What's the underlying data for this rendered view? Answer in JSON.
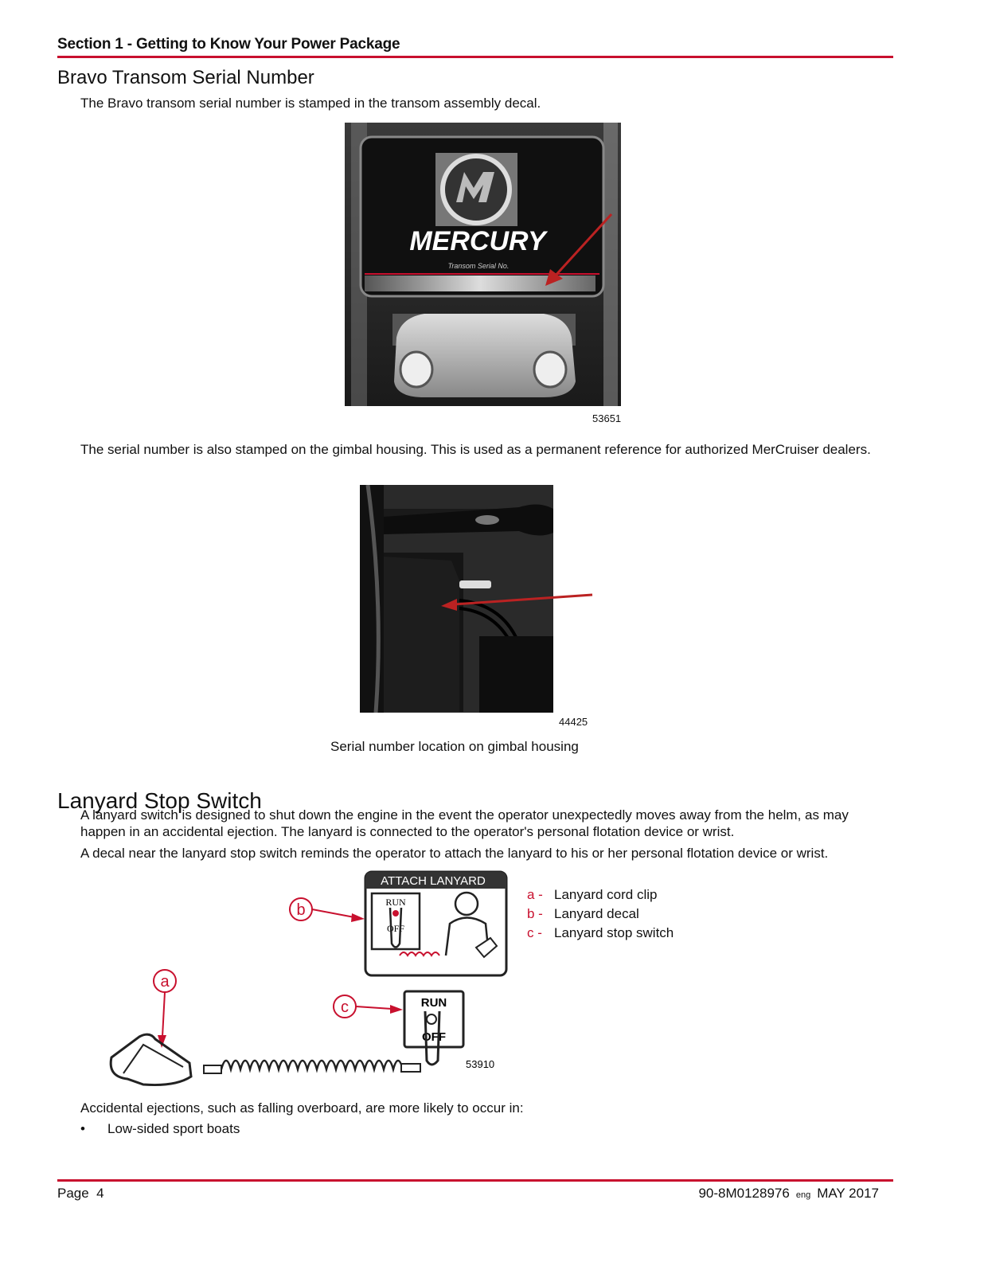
{
  "header": {
    "section_title": "Section 1 - Getting to Know Your Power Package"
  },
  "bravo": {
    "heading": "Bravo Transom Serial Number",
    "intro": "The Bravo transom serial number is stamped in the transom assembly decal.",
    "photo1": {
      "brand_text": "MERCURY",
      "decal_text": "Transom Serial No.",
      "figure_number": "53651"
    },
    "gimbal_text": "The serial number is also stamped on the gimbal housing. This is used as a permanent reference for authorized MerCruiser dealers.",
    "photo2": {
      "figure_number": "44425"
    },
    "photo2_caption": "Serial number location on gimbal housing"
  },
  "lanyard": {
    "heading": "Lanyard Stop Switch",
    "para1": "A lanyard switch is designed to shut down the engine in the event the operator unexpectedly moves away from the helm, as may happen in an accidental ejection. The lanyard is connected to the operator's personal flotation device or wrist.",
    "para2": "A decal near the lanyard stop switch reminds the operator to attach the lanyard to his or her personal flotation device or wrist.",
    "diagram": {
      "decal_title": "ATTACH LANYARD",
      "run_label": "RUN",
      "off_label": "OFF",
      "figure_number": "53910",
      "callouts": [
        {
          "letter": "a -",
          "label": "Lanyard cord clip"
        },
        {
          "letter": "b -",
          "label": "Lanyard decal"
        },
        {
          "letter": "c -",
          "label": "Lanyard stop switch"
        }
      ],
      "marker_a": "a",
      "marker_b": "b",
      "marker_c": "c"
    },
    "ejection_intro": "Accidental ejections, such as falling overboard, are more likely to occur in:",
    "bullets": [
      "Low-sided sport boats"
    ]
  },
  "footer": {
    "page": "Page  4",
    "doc_number": "90-8M0128976",
    "lang": "eng",
    "date": "MAY 2017"
  },
  "colors": {
    "accent": "#c8102e",
    "text": "#111111"
  }
}
